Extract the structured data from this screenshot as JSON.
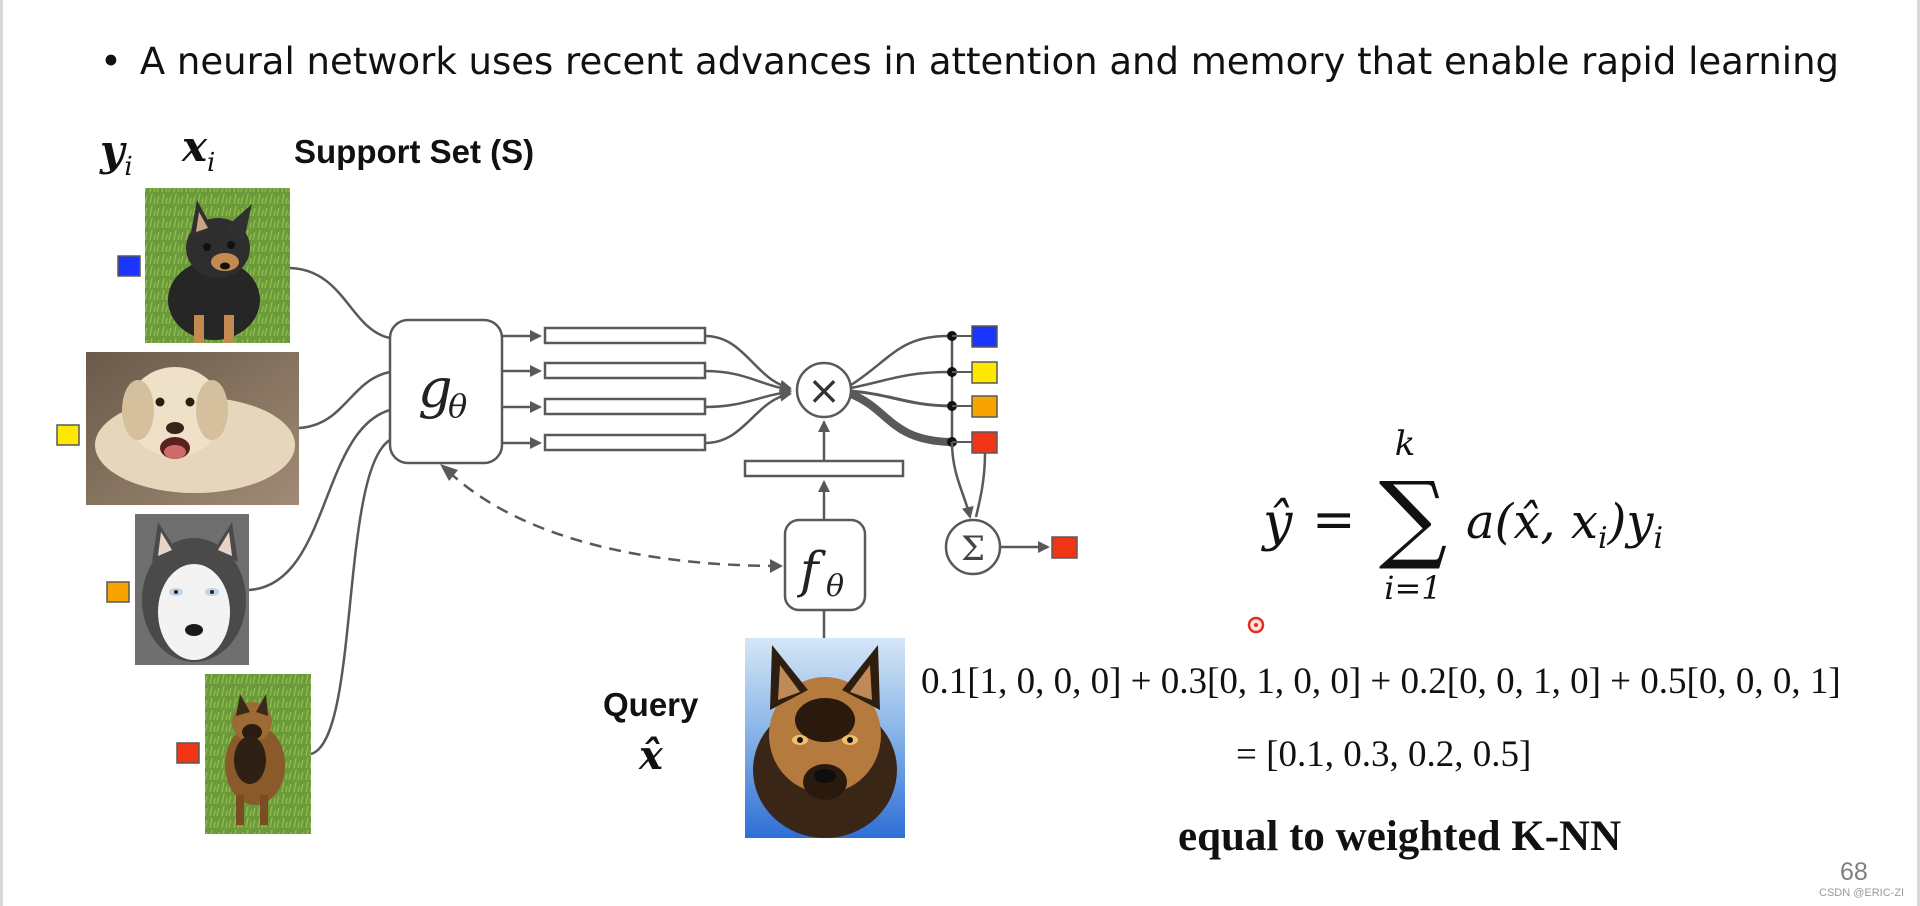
{
  "slide": {
    "bullet_symbol": "•",
    "bullet_text": "A neural network uses recent advances in attention and memory that enable rapid learning",
    "page_number": "68",
    "watermark": "CSDN @ERIC-ZI"
  },
  "diagram": {
    "y_label": "y",
    "y_sub": "i",
    "x_label": "x",
    "x_sub": "i",
    "support_set_title": "Support Set (S)",
    "query_title": "Query",
    "query_symbol": "x̂",
    "g_label": "g",
    "g_sub": "θ",
    "f_label": "f",
    "f_sub": "θ",
    "multiply_symbol": "×",
    "sum_symbol": "Σ",
    "support_images": [
      {
        "name": "chihuahua-photo",
        "label_color": "#1a35ff"
      },
      {
        "name": "labrador-photo",
        "label_color": "#ffe800"
      },
      {
        "name": "husky-photo",
        "label_color": "#f7a300"
      },
      {
        "name": "german-shepherd-photo",
        "label_color": "#ef3515"
      }
    ],
    "output_labels": [
      "#1a35ff",
      "#ffe800",
      "#f7a300",
      "#ef3515"
    ],
    "result_label_color": "#ef3515"
  },
  "formula": {
    "y_hat": "ŷ",
    "equals": "=",
    "sum_upper": "k",
    "sum_lower": "i=1",
    "sigma": "∑",
    "term": "a(x̂, x",
    "term_sub": "i",
    "term_close": ")y",
    "term_sub2": "i",
    "expansion": "0.1[1, 0, 0, 0] + 0.3[0, 1, 0, 0] + 0.2[0, 0, 1, 0] + 0.5[0, 0, 0, 1]",
    "result": "= [0.1, 0.3, 0.2, 0.5]",
    "conclusion": "equal to weighted K-NN"
  },
  "colors": {
    "stroke": "#595959",
    "blue": "#1a35ff",
    "yellow": "#ffe800",
    "orange": "#f7a300",
    "red": "#ef3515",
    "pointer": "#e03020"
  }
}
